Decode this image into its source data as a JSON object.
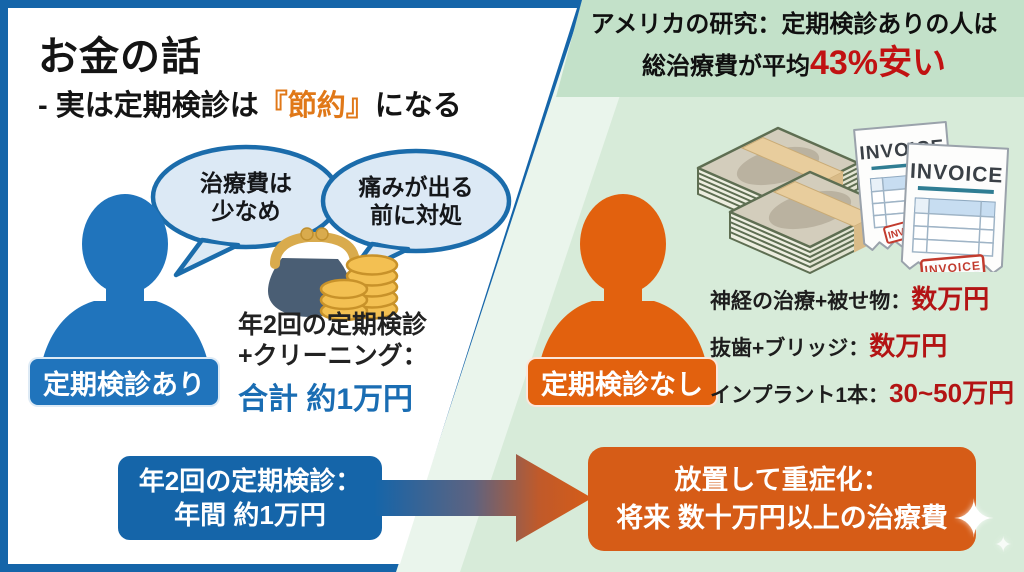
{
  "colors": {
    "frame_blue": "#1565a9",
    "person_blue": "#2074bc",
    "person_orange": "#e2610e",
    "highlight_red": "#c11212",
    "cost_red": "#b31414",
    "total_blue": "#1a6db3",
    "subtitle_orange": "#e07818",
    "background_green": "#d7ebd9",
    "research_green": "#c3e1c9"
  },
  "header": {
    "title": "お金の話",
    "subtitle_prefix": "- 実は定期検診は",
    "subtitle_highlight": "『節約』",
    "subtitle_suffix": "になる"
  },
  "research_box": {
    "line1": "アメリカの研究：定期検診ありの人は",
    "line2_prefix": "総治療費が平均",
    "line2_highlight": "43%安い"
  },
  "with_checkup": {
    "bubble1": "治療費は\n少なめ",
    "bubble2": "痛みが出る\n前に対処",
    "badge": "定期検診あり",
    "caption_lines": "年2回の定期検診\n+クリーニング：",
    "caption_total": "合計 約1万円"
  },
  "without_checkup": {
    "badge": "定期検診なし",
    "costs": [
      {
        "label": "神経の治療+被せ物：",
        "value": "数万円"
      },
      {
        "label": "抜歯+ブリッジ：",
        "value": "数万円"
      },
      {
        "label": "インプラント1本：",
        "value": "30~50万円"
      }
    ]
  },
  "bottom": {
    "left_box": "年2回の定期検診：\n年間 約1万円",
    "right_box": "放置して重症化：\n将来 数十万円以上の治療費"
  },
  "invoice": {
    "label": "INVOICE"
  },
  "icons": {
    "sparkle": "✦"
  }
}
